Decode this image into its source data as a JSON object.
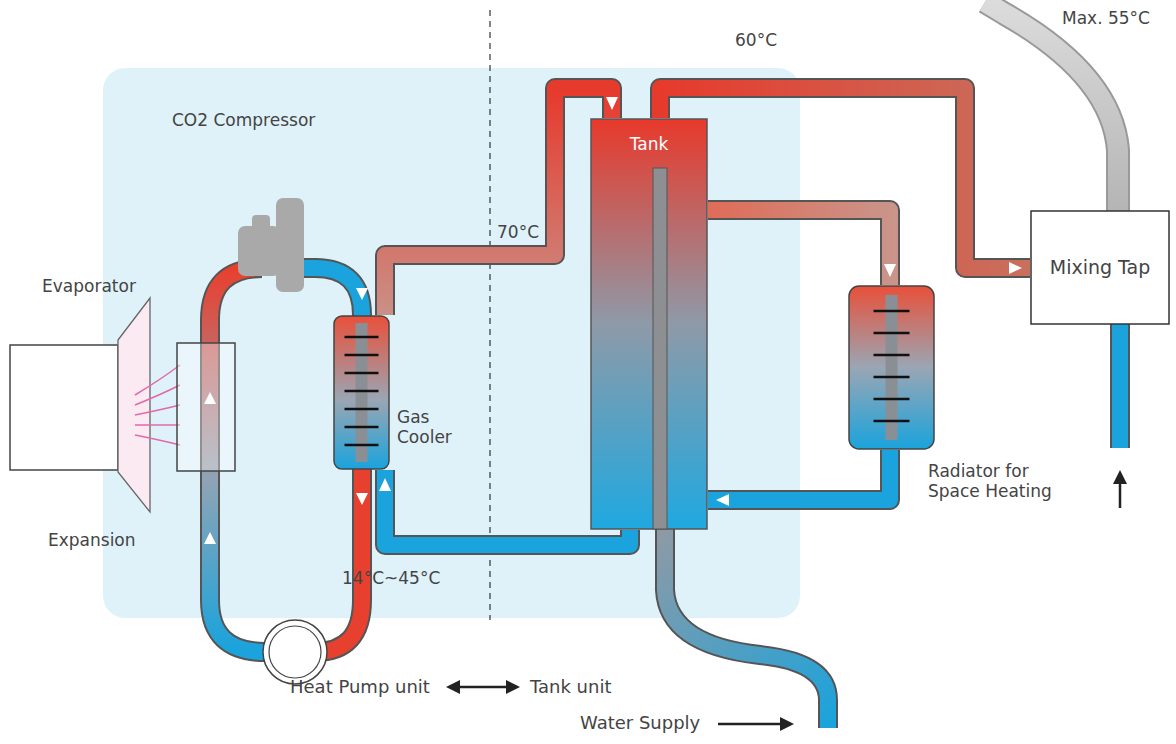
{
  "diagram": {
    "nodes": [
      {
        "text": [
          "Gas Cooler"
        ]
      },
      {
        "text": [
          "Tank"
        ]
      },
      {
        "text": [
          "Radiator for Space Heating"
        ]
      },
      {
        "text": [
          "Mixing Tap"
        ]
      }
    ],
    "edges": [
      {
        "from": 0,
        "to": 1,
        "arrow": "to",
        "label": "70°C"
      },
      {
        "from": 1,
        "to": 0,
        "arrow": "to",
        "label": "14°C~45°C"
      },
      {
        "from": 1,
        "to": 3,
        "arrow": "to",
        "label": "60°C"
      },
      {
        "from": 1,
        "to": 2,
        "arrow": "to"
      },
      {
        "from": 2,
        "to": 1,
        "arrow": "to"
      }
    ],
    "labels": [
      "CO2 Compressor",
      "Evaporator",
      "Expansion",
      "Max. 55°C",
      "Heat Pump unit",
      "Tank unit",
      "Water Supply"
    ]
  }
}
